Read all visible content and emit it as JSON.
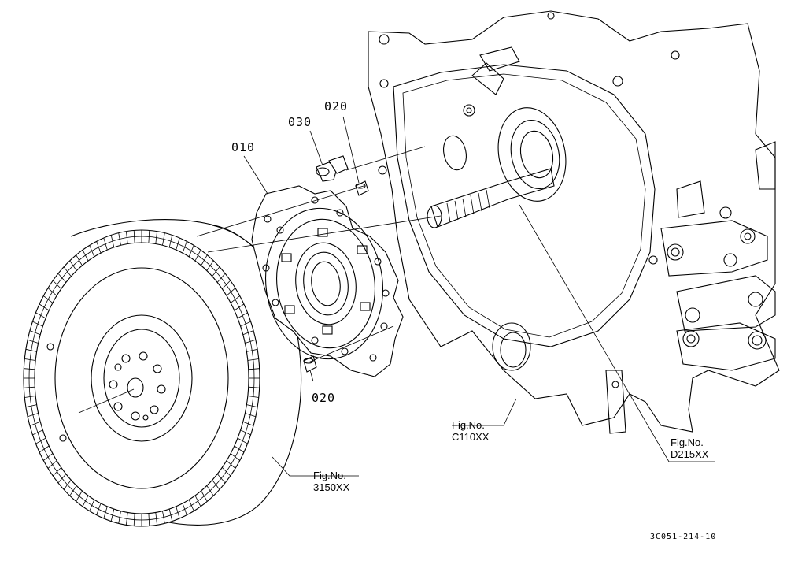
{
  "callouts": {
    "part_010": "010",
    "part_020_top": "020",
    "part_030": "030",
    "part_020_bottom": "020"
  },
  "figure_refs": {
    "flywheel": {
      "line1": "Fig.No.",
      "line2": "3150XX"
    },
    "housing": {
      "line1": "Fig.No.",
      "line2": "C110XX"
    },
    "shaft": {
      "line1": "Fig.No.",
      "line2": "D215XX"
    }
  },
  "document_id": "3C051-214-10"
}
